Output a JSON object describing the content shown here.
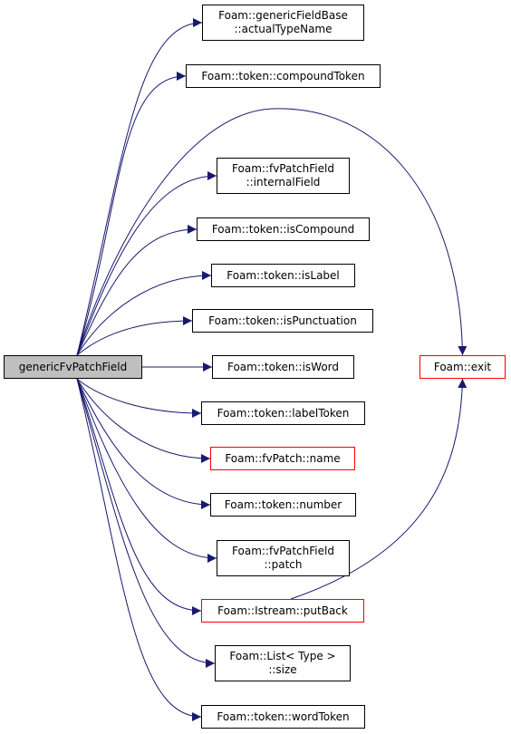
{
  "colors": {
    "edge": "#191970",
    "node_border": "#000000",
    "node_border_incomplete": "#ff0000",
    "root_fill": "#bfbfbf",
    "background": "#ffffff"
  },
  "root": {
    "label": "genericFvPatchField"
  },
  "callees": [
    {
      "id": "actualTypeName",
      "lines": [
        "Foam::genericFieldBase",
        "::actualTypeName"
      ],
      "incomplete": false
    },
    {
      "id": "compoundToken",
      "lines": [
        "Foam::token::compoundToken"
      ],
      "incomplete": false
    },
    {
      "id": "internalField",
      "lines": [
        "Foam::fvPatchField",
        "::internalField"
      ],
      "incomplete": false
    },
    {
      "id": "isCompound",
      "lines": [
        "Foam::token::isCompound"
      ],
      "incomplete": false
    },
    {
      "id": "isLabel",
      "lines": [
        "Foam::token::isLabel"
      ],
      "incomplete": false
    },
    {
      "id": "isPunctuation",
      "lines": [
        "Foam::token::isPunctuation"
      ],
      "incomplete": false
    },
    {
      "id": "isWord",
      "lines": [
        "Foam::token::isWord"
      ],
      "incomplete": false
    },
    {
      "id": "labelToken",
      "lines": [
        "Foam::token::labelToken"
      ],
      "incomplete": false
    },
    {
      "id": "fvPatchName",
      "lines": [
        "Foam::fvPatch::name"
      ],
      "incomplete": true
    },
    {
      "id": "number",
      "lines": [
        "Foam::token::number"
      ],
      "incomplete": false
    },
    {
      "id": "patch",
      "lines": [
        "Foam::fvPatchField",
        "::patch"
      ],
      "incomplete": false
    },
    {
      "id": "putBack",
      "lines": [
        "Foam::Istream::putBack"
      ],
      "incomplete": true
    },
    {
      "id": "size",
      "lines": [
        "Foam::List< Type >",
        "::size"
      ],
      "incomplete": false
    },
    {
      "id": "wordToken",
      "lines": [
        "Foam::token::wordToken"
      ],
      "incomplete": false
    },
    {
      "id": "exit",
      "lines": [
        "Foam::exit"
      ],
      "incomplete": true
    }
  ],
  "edges": [
    [
      "root",
      "actualTypeName"
    ],
    [
      "root",
      "compoundToken"
    ],
    [
      "root",
      "exit"
    ],
    [
      "root",
      "internalField"
    ],
    [
      "root",
      "isCompound"
    ],
    [
      "root",
      "isLabel"
    ],
    [
      "root",
      "isPunctuation"
    ],
    [
      "root",
      "isWord"
    ],
    [
      "root",
      "labelToken"
    ],
    [
      "root",
      "fvPatchName"
    ],
    [
      "root",
      "number"
    ],
    [
      "root",
      "patch"
    ],
    [
      "root",
      "putBack"
    ],
    [
      "root",
      "size"
    ],
    [
      "root",
      "wordToken"
    ],
    [
      "putBack",
      "exit"
    ]
  ]
}
